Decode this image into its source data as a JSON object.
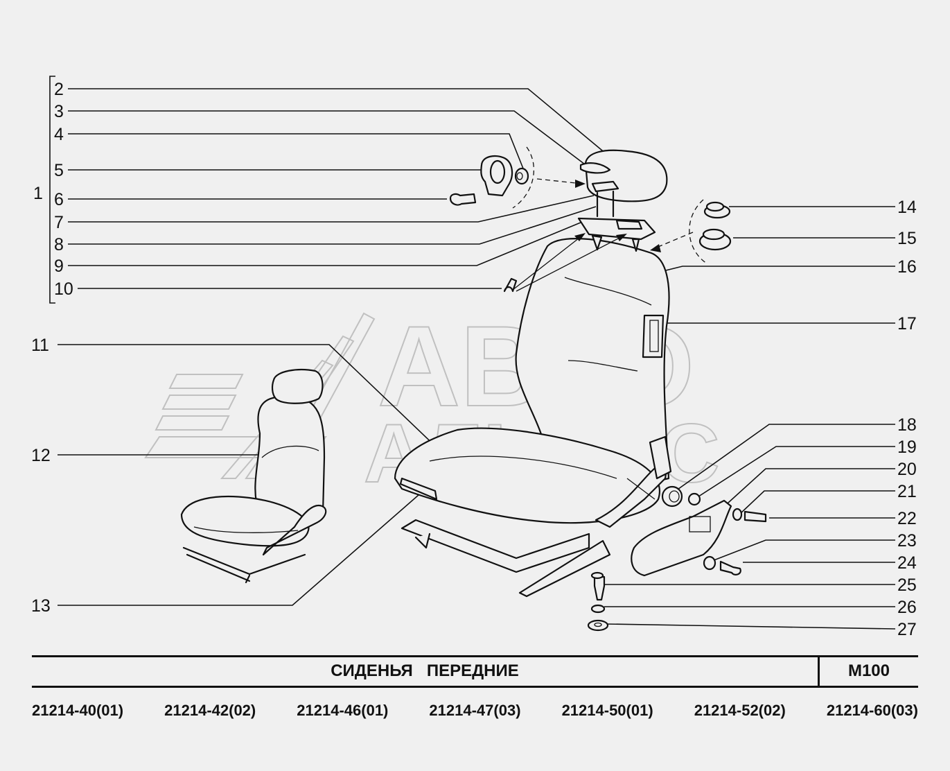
{
  "diagram": {
    "title": "СИДЕНЬЯ   ПЕРЕДНИЕ",
    "code": "М100",
    "watermark": [
      "АВТО",
      "АЛЬЯНС"
    ],
    "callouts": [
      "1",
      "2",
      "3",
      "4",
      "5",
      "6",
      "7",
      "8",
      "9",
      "10",
      "11",
      "12",
      "13",
      "14",
      "15",
      "16",
      "17",
      "18",
      "19",
      "20",
      "21",
      "22",
      "23",
      "24",
      "25",
      "26",
      "27"
    ],
    "models": [
      "21214-40(01)",
      "21214-42(02)",
      "21214-46(01)",
      "21214-47(03)",
      "21214-50(01)",
      "21214-52(02)",
      "21214-60(03)"
    ]
  }
}
